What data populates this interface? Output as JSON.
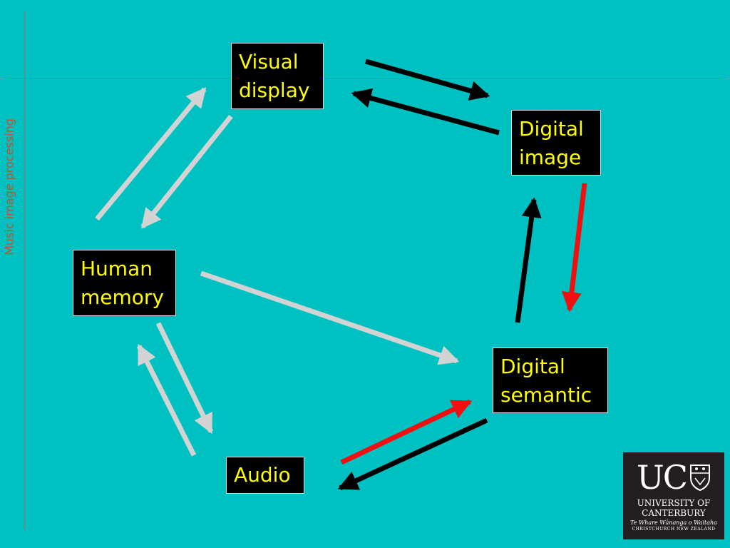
{
  "side_title": "Music image processing",
  "nodes": {
    "visual_display": "Visual\ndisplay",
    "digital_image": "Digital\nimage",
    "human_memory": "Human\nmemory",
    "digital_semantic": "Digital\nsemantic",
    "audio": "Audio"
  },
  "logo": {
    "mark": "UC",
    "name_line1": "UNIVERSITY OF",
    "name_line2": "CANTERBURY",
    "maori": "Te Whare Wānanga o Waitaha",
    "city": "CHRISTCHURCH NEW ZEALAND"
  },
  "colors": {
    "background": "#00c1c1",
    "box": "#000000",
    "box_text": "#ffff00",
    "arrow_black": "#000000",
    "arrow_red": "#ee1111",
    "arrow_gray": "#d3d3d3"
  }
}
